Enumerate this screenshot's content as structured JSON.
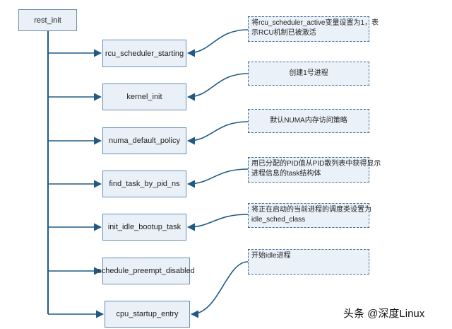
{
  "root": {
    "label": "rest_init"
  },
  "functions": [
    {
      "id": "rcu",
      "label": "rcu_scheduler_starting"
    },
    {
      "id": "kinit",
      "label": "kernel_init"
    },
    {
      "id": "numa",
      "label": "numa_default_policy"
    },
    {
      "id": "find",
      "label": "find_task_by_pid_ns"
    },
    {
      "id": "idle",
      "label": "init_idle_bootup_task"
    },
    {
      "id": "sched",
      "label": "schedule_preempt_disabled"
    },
    {
      "id": "cpu",
      "label": "cpu_startup_entry"
    }
  ],
  "notes": [
    {
      "id": "rcu",
      "lines": [
        "将rcu_scheduler_active变量设置为1，表",
        "示RCU机制已被激活"
      ]
    },
    {
      "id": "kinit",
      "lines": [
        "创建1号进程"
      ]
    },
    {
      "id": "numa",
      "lines": [
        "默认NUMA内存访问策略"
      ]
    },
    {
      "id": "find",
      "lines": [
        "用已分配的PID值从PID散列表中获得显示",
        "进程信息的task结构体"
      ]
    },
    {
      "id": "idle",
      "lines": [
        "将正在启动的当前进程的调度类设置为",
        "idle_sched_class"
      ]
    },
    {
      "id": "cpu",
      "lines": [
        "开始idle进程"
      ]
    }
  ],
  "watermark": "头条 @深度Linux",
  "colors": {
    "line": "#1f5a86",
    "box_fill": "#e9f0f8",
    "box_border": "#6d8fb5",
    "note_border": "#3f6a97"
  }
}
